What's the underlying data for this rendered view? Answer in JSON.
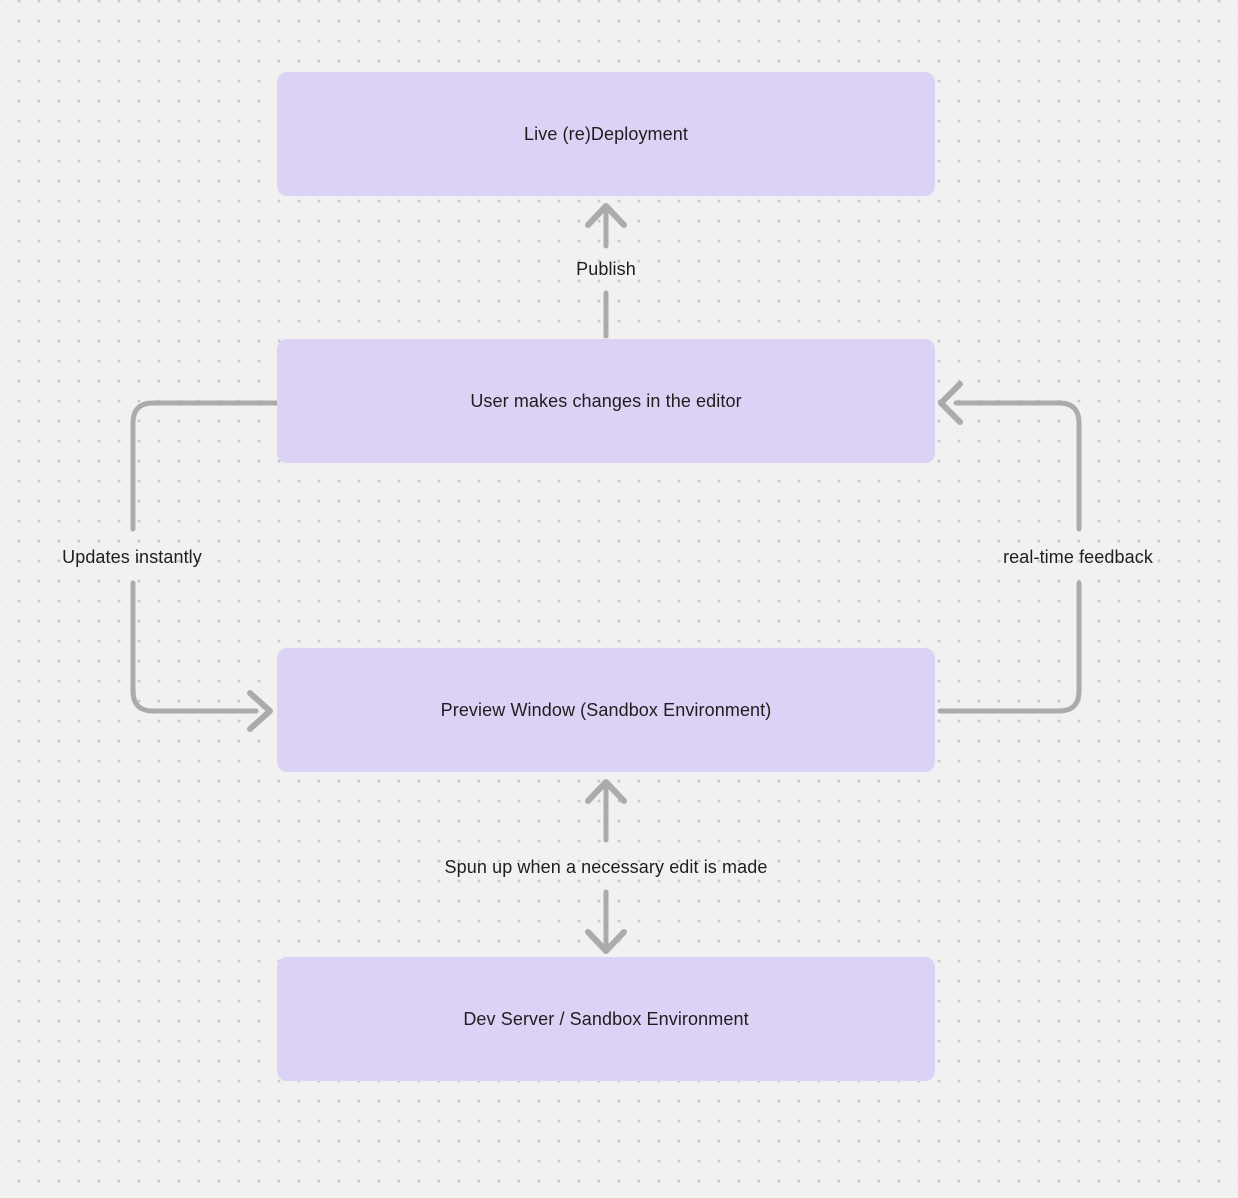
{
  "colors": {
    "canvas_bg": "#f2f1f1",
    "dot_color": "#c9c7c8",
    "node_fill": "#dcd2f5",
    "arrow": "#ababab",
    "text": "#1e1e1e"
  },
  "diagram": {
    "type": "flowchart",
    "nodes": [
      {
        "id": "live-redeployment",
        "label": "Live (re)Deployment"
      },
      {
        "id": "user-changes",
        "label": "User makes changes in the editor"
      },
      {
        "id": "preview-window",
        "label": "Preview Window (Sandbox Environment)"
      },
      {
        "id": "dev-server",
        "label": "Dev Server / Sandbox Environment"
      }
    ],
    "edges": [
      {
        "id": "publish",
        "from": "user-changes",
        "to": "live-redeployment",
        "label": "Publish"
      },
      {
        "id": "updates-instantly",
        "from": "user-changes",
        "to": "preview-window",
        "label": "Updates instantly"
      },
      {
        "id": "realtime-feedback",
        "from": "preview-window",
        "to": "user-changes",
        "label": "real-time feedback"
      },
      {
        "id": "spun-up",
        "from": "dev-server",
        "to": "preview-window",
        "label": "Spun up when a necessary edit is made"
      }
    ]
  }
}
